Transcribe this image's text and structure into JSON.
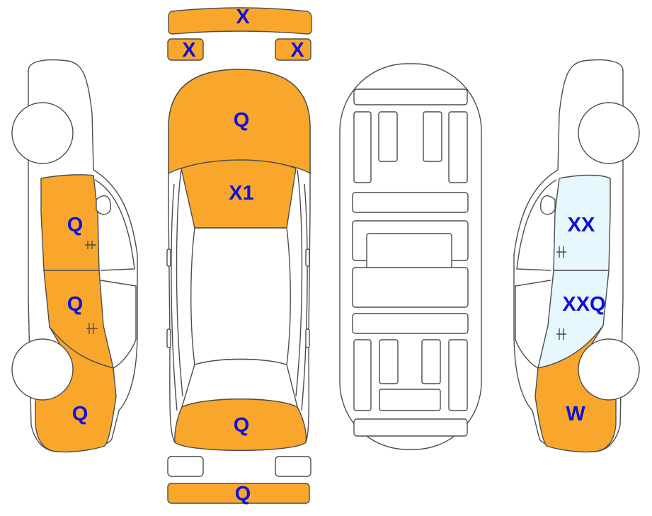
{
  "colors": {
    "damaged": "#f9a72c",
    "glass": "#e6f7fd",
    "outline": "#4d4d4d",
    "label": "#1010d8"
  },
  "labels": {
    "front_bumper": "X",
    "left_fog_light": "X",
    "right_fog_light": "X",
    "hood": "Q",
    "windshield": "X1",
    "trunk": "Q",
    "rear_bumper": "Q",
    "left_front_door": "Q",
    "left_rear_door": "Q",
    "left_rear_fender": "Q",
    "right_front_window": "XX",
    "right_rear_window": "XXQ",
    "right_rear_fender": "W"
  }
}
